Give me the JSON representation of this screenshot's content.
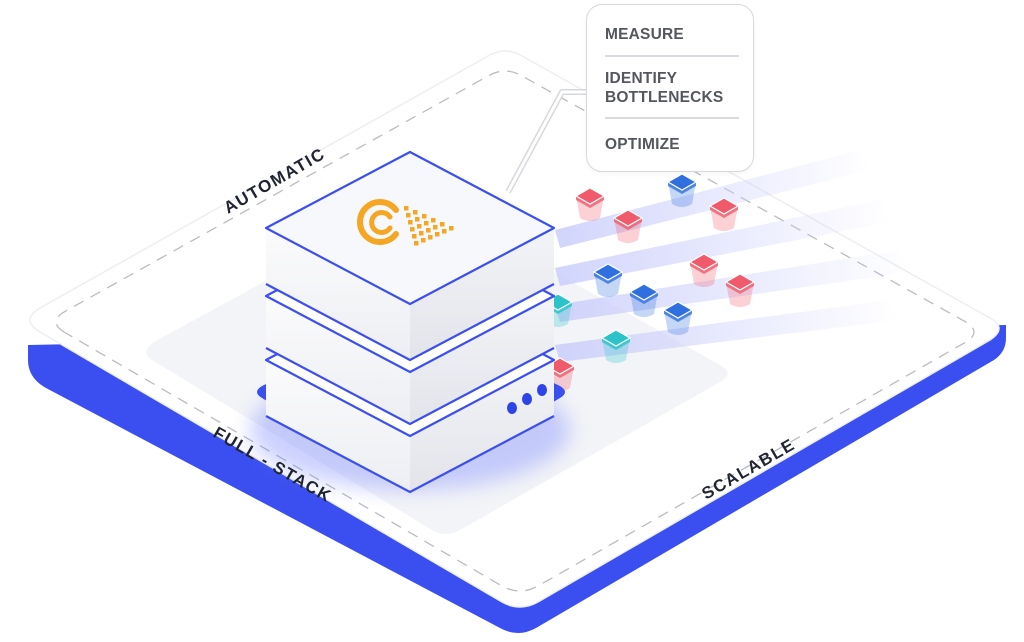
{
  "labels": {
    "automatic": "AUTOMATIC",
    "full_stack": "FULL - STACK",
    "scalable": "SCALABLE"
  },
  "callout": {
    "steps": [
      "MEASURE",
      "IDENTIFY\nBOTTLENECKS",
      "OPTIMIZE"
    ]
  },
  "icons": {
    "server": "server-stack-icon",
    "logo": "brand-logo-icon",
    "status_dots": "status-dots-icon",
    "request": "request-cube-icon"
  },
  "colors": {
    "platform_edge": "#3b4ff0",
    "server_outline": "#3b4ff0",
    "logo": "#f5a623",
    "cube_red": "#f05a6a",
    "cube_blue": "#2f6fe0",
    "cube_teal": "#2bc3c8"
  }
}
